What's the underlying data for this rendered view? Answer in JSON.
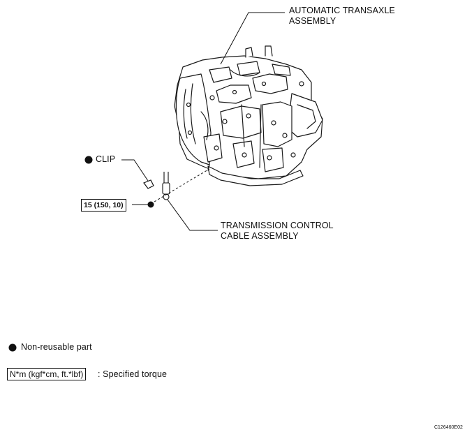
{
  "diagram": {
    "labels": {
      "transaxle_line1": "AUTOMATIC TRANSAXLE",
      "transaxle_line2": "ASSEMBLY",
      "clip": "CLIP",
      "torque_value": "15 (150, 10)",
      "cable_line1": "TRANSMISSION CONTROL",
      "cable_line2": "CABLE ASSEMBLY"
    },
    "legend": {
      "non_reusable": "Non-reusable part",
      "torque_units": "N*m (kgf*cm, ft.*lbf)",
      "torque_desc": ": Specified torque"
    },
    "figure_code": "C126460E02"
  }
}
